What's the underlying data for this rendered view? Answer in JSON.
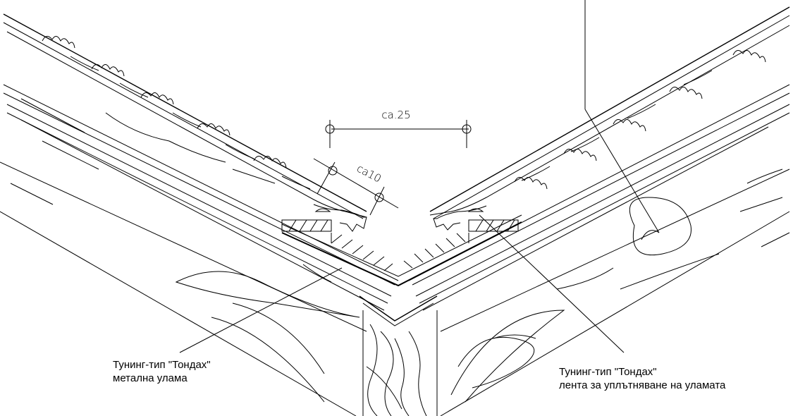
{
  "dimensions": {
    "horizontal_label": "ca.25",
    "diagonal_label": "ca10"
  },
  "callouts": {
    "left": {
      "line1": "Тунинг-тип \"Тондах\"",
      "line2": "метална улама"
    },
    "right": {
      "line1": "Тунинг-тип \"Тондах\"",
      "line2": "лента за уплътняване на уламата"
    }
  }
}
